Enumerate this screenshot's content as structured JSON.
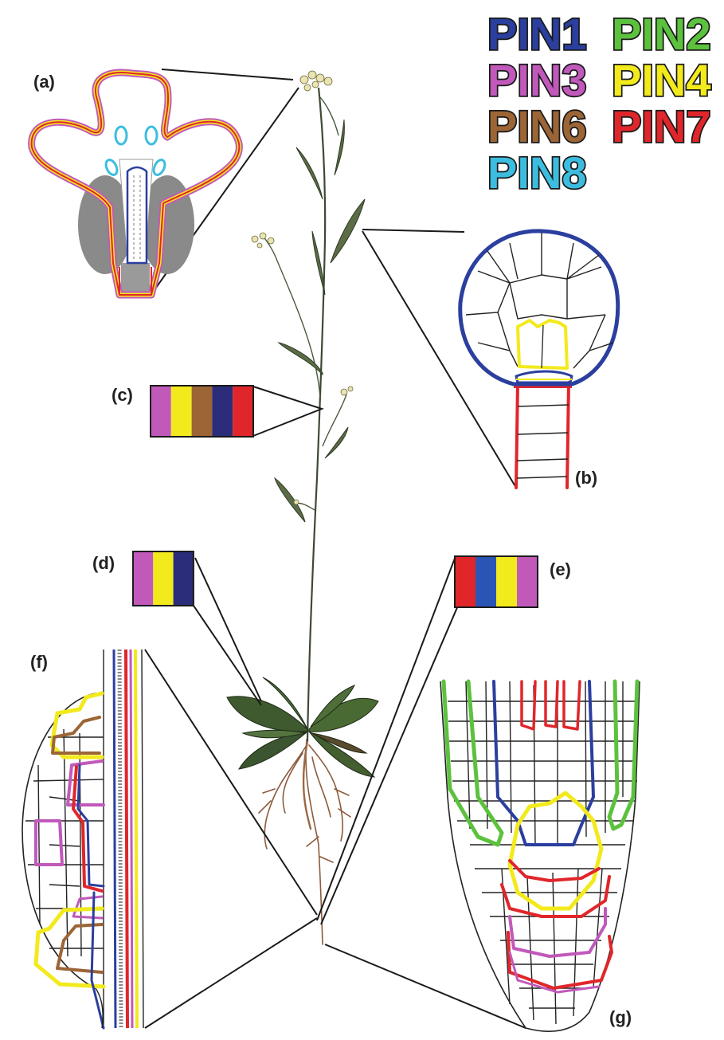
{
  "legend": [
    {
      "label": "PIN1",
      "color": "#2b3f9e"
    },
    {
      "label": "PIN2",
      "color": "#5cc23e"
    },
    {
      "label": "PIN3",
      "color": "#c159bb"
    },
    {
      "label": "PIN4",
      "color": "#f2ea1c"
    },
    {
      "label": "PIN6",
      "color": "#9c6536"
    },
    {
      "label": "PIN7",
      "color": "#e0262b"
    },
    {
      "label": "PIN8",
      "color": "#3cbde0"
    }
  ],
  "panels": {
    "a": {
      "label": "(a)",
      "part": "flower",
      "pins": [
        "PIN3",
        "PIN4",
        "PIN7",
        "PIN8",
        "PIN1"
      ]
    },
    "b": {
      "label": "(b)",
      "part": "embryo",
      "pins": [
        "PIN1",
        "PIN4",
        "PIN7"
      ]
    },
    "c": {
      "label": "(c)",
      "part": "stem",
      "pins": [
        "PIN3",
        "PIN4",
        "PIN6",
        "PIN1",
        "PIN7"
      ]
    },
    "d": {
      "label": "(d)",
      "part": "rosette",
      "pins": [
        "PIN3",
        "PIN4",
        "PIN1"
      ]
    },
    "e": {
      "label": "(e)",
      "part": "root",
      "pins": [
        "PIN7",
        "PIN1",
        "PIN4",
        "PIN3"
      ]
    },
    "f": {
      "label": "(f)",
      "part": "lateral root primordium",
      "pins": [
        "PIN4",
        "PIN6",
        "PIN3",
        "PIN1",
        "PIN7"
      ]
    },
    "g": {
      "label": "(g)",
      "part": "root tip",
      "pins": [
        "PIN2",
        "PIN7",
        "PIN1",
        "PIN4",
        "PIN3"
      ]
    }
  },
  "bars": {
    "c": [
      "#c159bb",
      "#f2ea1c",
      "#9c6536",
      "#2b2d7a",
      "#e0262b"
    ],
    "d": [
      "#c159bb",
      "#f2ea1c",
      "#2b2d7a"
    ],
    "e": [
      "#e0262b",
      "#2b55b5",
      "#f2ea1c",
      "#c159bb"
    ]
  }
}
